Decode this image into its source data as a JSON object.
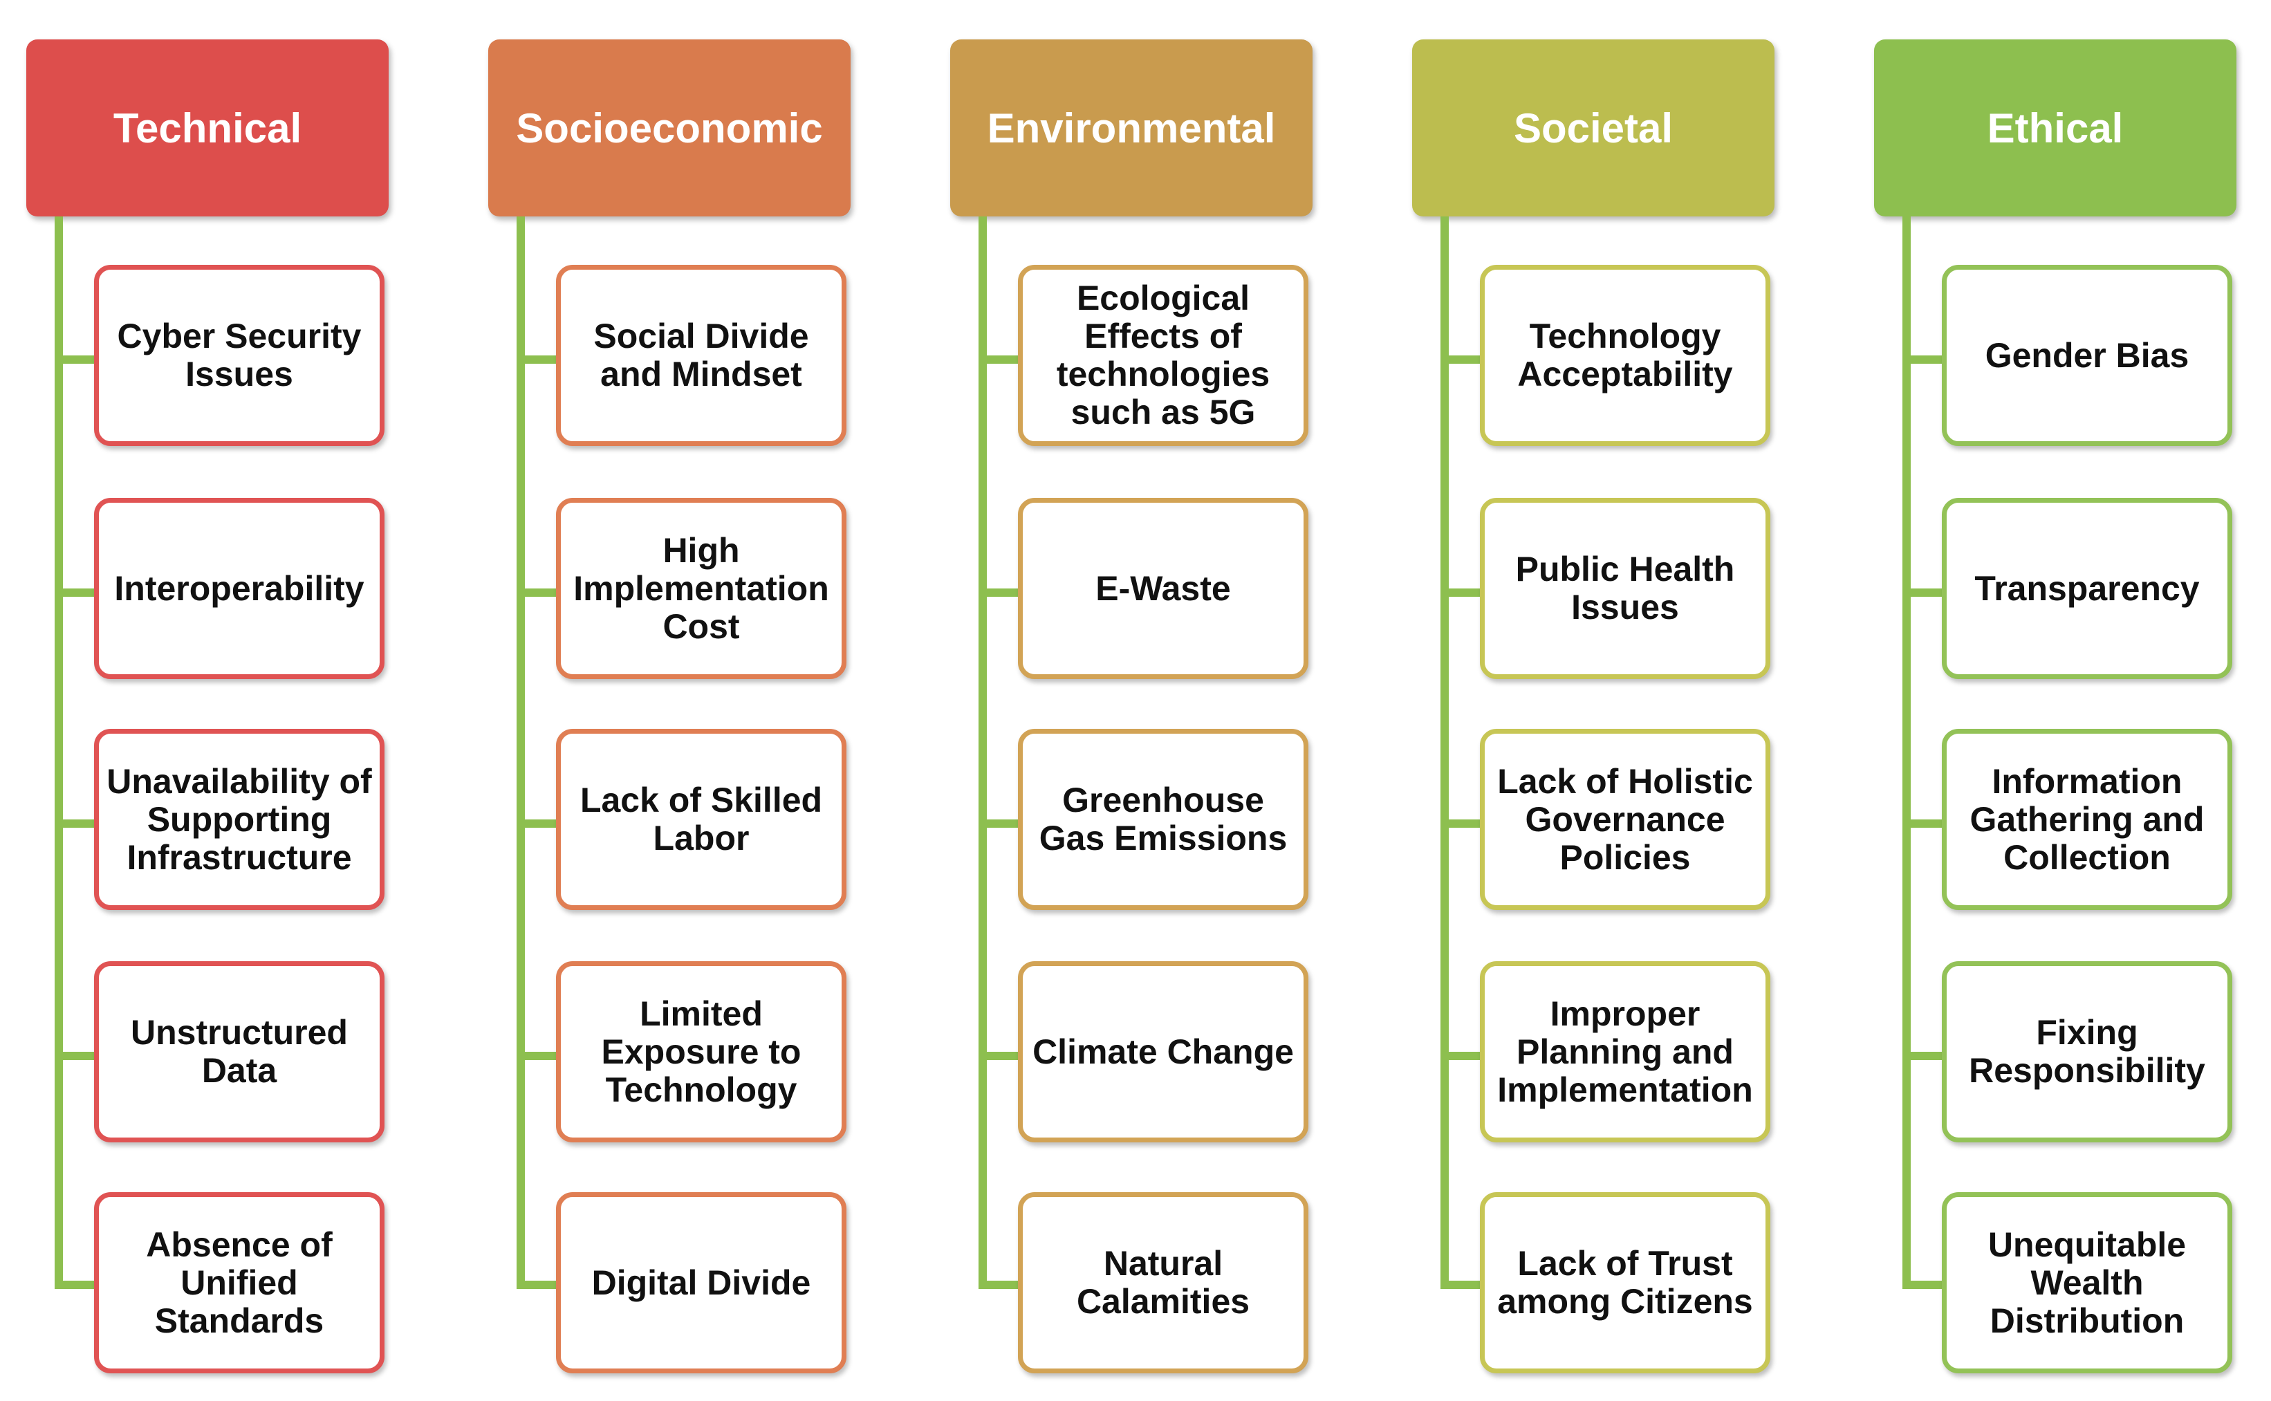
{
  "categories": [
    {
      "title": "Technical",
      "color": "#dd4e4c",
      "border": "#e05353",
      "items": [
        "Cyber Security Issues",
        "Interoperability",
        "Unavailability of Supporting Infrastructure",
        "Unstructured Data",
        "Absence of Unified Standards"
      ]
    },
    {
      "title": "Socioeconomic",
      "color": "#d97b4d",
      "border": "#e07e53",
      "items": [
        "Social Divide and Mindset",
        "High Implementation Cost",
        "Lack of Skilled Labor",
        "Limited Exposure to Technology",
        "Digital Divide"
      ]
    },
    {
      "title": "Environmental",
      "color": "#c99b4e",
      "border": "#d2a355",
      "items": [
        "Ecological Effects of technologies such as 5G",
        "E-Waste",
        "Greenhouse Gas Emissions",
        "Climate Change",
        "Natural Calamities"
      ]
    },
    {
      "title": "Societal",
      "color": "#bcbd4f",
      "border": "#c7c655",
      "items": [
        "Technology Acceptability",
        "Public Health Issues",
        "Lack of Holistic Governance Policies",
        "Improper Planning and Implementation",
        "Lack of Trust among Citizens"
      ]
    },
    {
      "title": "Ethical",
      "color": "#8dbf4f",
      "border": "#93c257",
      "items": [
        "Gender Bias",
        "Transparency",
        "Information Gathering and Collection",
        "Fixing Responsibility",
        "Unequitable Wealth Distribution"
      ]
    }
  ],
  "connector_color": "#8dbf4f"
}
